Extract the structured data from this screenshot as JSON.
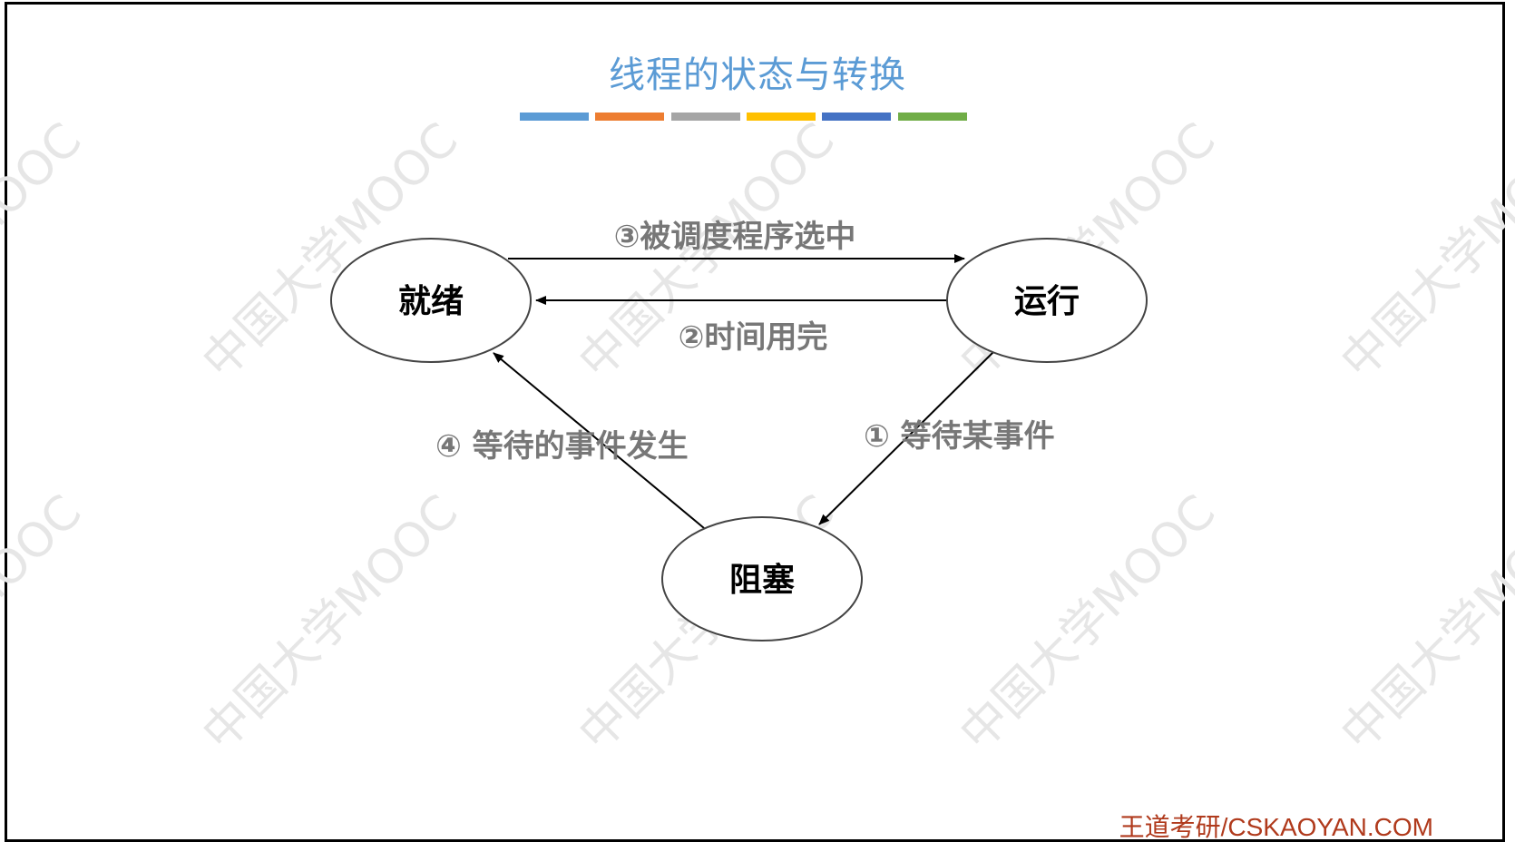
{
  "title": "线程的状态与转换",
  "title_bar_colors": [
    "#5b9bd5",
    "#ed7d31",
    "#a5a5a5",
    "#ffc000",
    "#4472c4",
    "#70ad47"
  ],
  "nodes": {
    "ready": "就绪",
    "running": "运行",
    "blocked": "阻塞"
  },
  "edges": {
    "scheduled": "③被调度程序选中",
    "timeout": "②时间用完",
    "wait_event": "① 等待某事件",
    "event_occurs": "④ 等待的事件发生"
  },
  "watermark": "中国大学MOOC",
  "footer": "王道考研/CSKAOYAN.COM"
}
